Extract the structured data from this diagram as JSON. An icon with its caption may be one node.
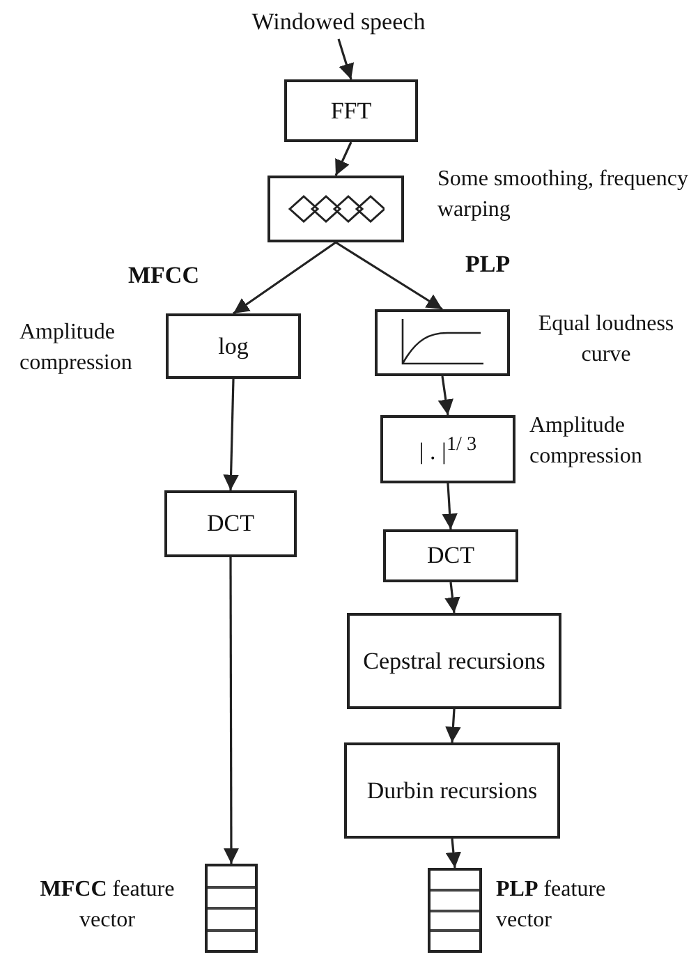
{
  "diagram": {
    "nodes": [
      {
        "text": [
          "Windowed speech"
        ]
      },
      {
        "text": [
          "FFT"
        ]
      },
      {
        "text": [],
        "shape": "picture",
        "beside": [
          "Some smoothing, frequency warping"
        ]
      },
      {
        "text": [
          "log"
        ],
        "beside": [
          "Amplitude compression"
        ]
      },
      {
        "text": [
          "DCT"
        ]
      },
      {
        "text": [],
        "shape": "box",
        "beside": [
          "**MFCC** feature vector"
        ]
      },
      {
        "text": [],
        "shape": "picture",
        "beside": [
          "Equal loudness curve"
        ]
      },
      {
        "text": [
          "| . |$^{1/ 3}$"
        ],
        "beside": [
          "Amplitude compression"
        ]
      },
      {
        "text": [
          "DCT"
        ]
      },
      {
        "text": [
          "Cepstral recursions"
        ]
      },
      {
        "text": [
          "Durbin recursions"
        ]
      },
      {
        "text": [],
        "shape": "box",
        "beside": [
          "**PLP** feature vector"
        ]
      }
    ],
    "edges": [
      {
        "from": 0,
        "to": 1,
        "arrow": "to"
      },
      {
        "from": 1,
        "to": 2,
        "arrow": "to"
      },
      {
        "from": 2,
        "to": 3,
        "arrow": "to"
      },
      {
        "from": 2,
        "to": 6,
        "arrow": "to"
      },
      {
        "from": 3,
        "to": 4,
        "arrow": "to"
      },
      {
        "from": 4,
        "to": 5,
        "arrow": "to"
      },
      {
        "from": 6,
        "to": 7,
        "arrow": "to"
      },
      {
        "from": 7,
        "to": 8,
        "arrow": "to"
      },
      {
        "from": 8,
        "to": 9,
        "arrow": "to"
      },
      {
        "from": 9,
        "to": 10,
        "arrow": "to"
      },
      {
        "from": 10,
        "to": 11,
        "arrow": "to"
      }
    ],
    "labels": [
      "MFCC",
      "PLP"
    ]
  }
}
